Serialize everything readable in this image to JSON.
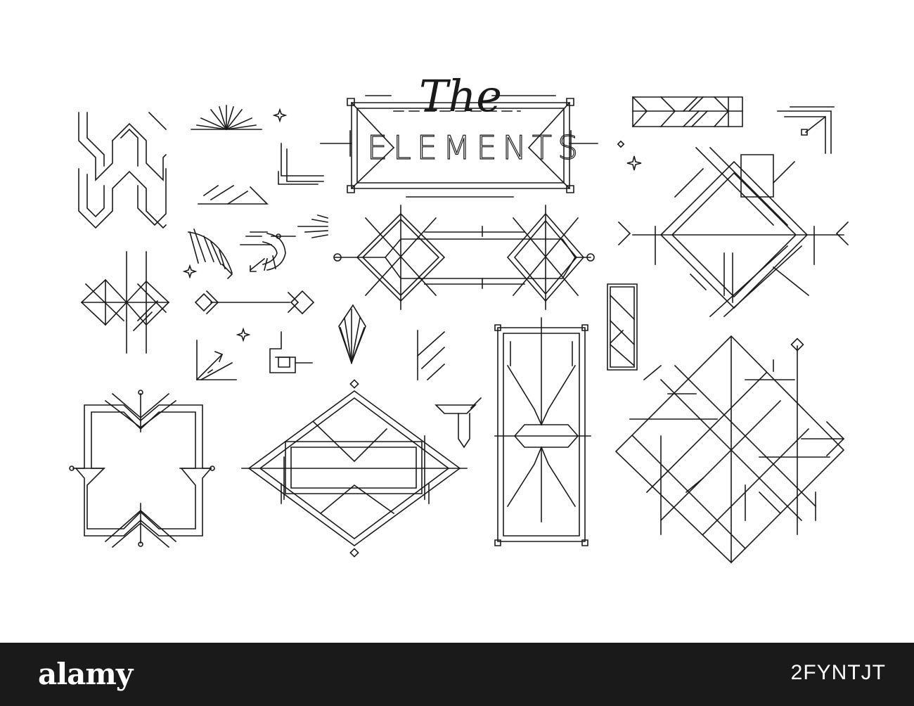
{
  "title": {
    "script": "The",
    "caps": "ELEMENTS"
  },
  "footer": {
    "brand": "alamy",
    "image_id": "2FYNTJT"
  },
  "colors": {
    "line": "#1a1a1a",
    "background": "#ffffff",
    "footer": "#1a1a1a",
    "footer_text": "#ffffff"
  }
}
